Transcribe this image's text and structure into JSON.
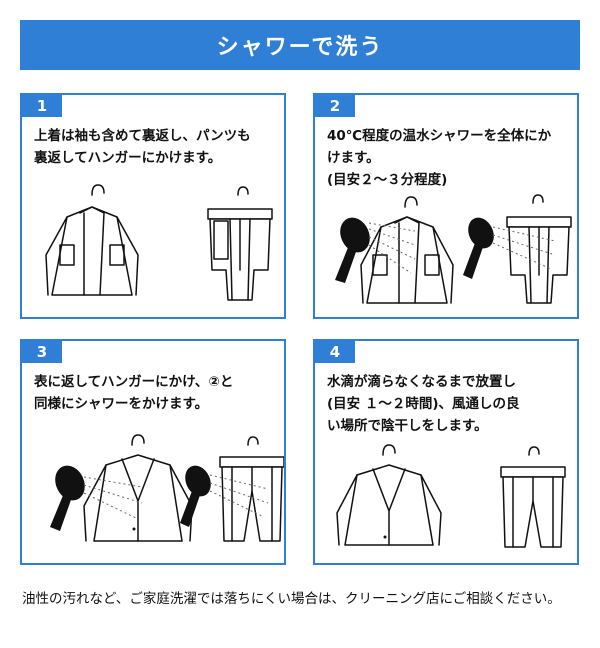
{
  "header": {
    "title": "シャワーで洗う"
  },
  "steps": [
    {
      "number": "1",
      "text": "上着は袖も含めて裏返し、パンツも\n裏返してハンガーにかけます。"
    },
    {
      "number": "2",
      "text": "40℃程度の温水シャワーを全体にか\nけます。\n(目安２～３分程度)"
    },
    {
      "number": "3",
      "text": "表に返してハンガーにかけ、②と\n同様にシャワーをかけます。"
    },
    {
      "number": "4",
      "text": "水滴が滴らなくなるまで放置し\n(目安 １～２時間)、風通しの良\nい場所で陰干しをします。"
    }
  ],
  "footer": {
    "note": "油性の汚れなど、ご家庭洗濯では落ちにくい場合は、クリーニング店にご相談ください。"
  },
  "colors": {
    "accent": "#2f7fd6"
  }
}
